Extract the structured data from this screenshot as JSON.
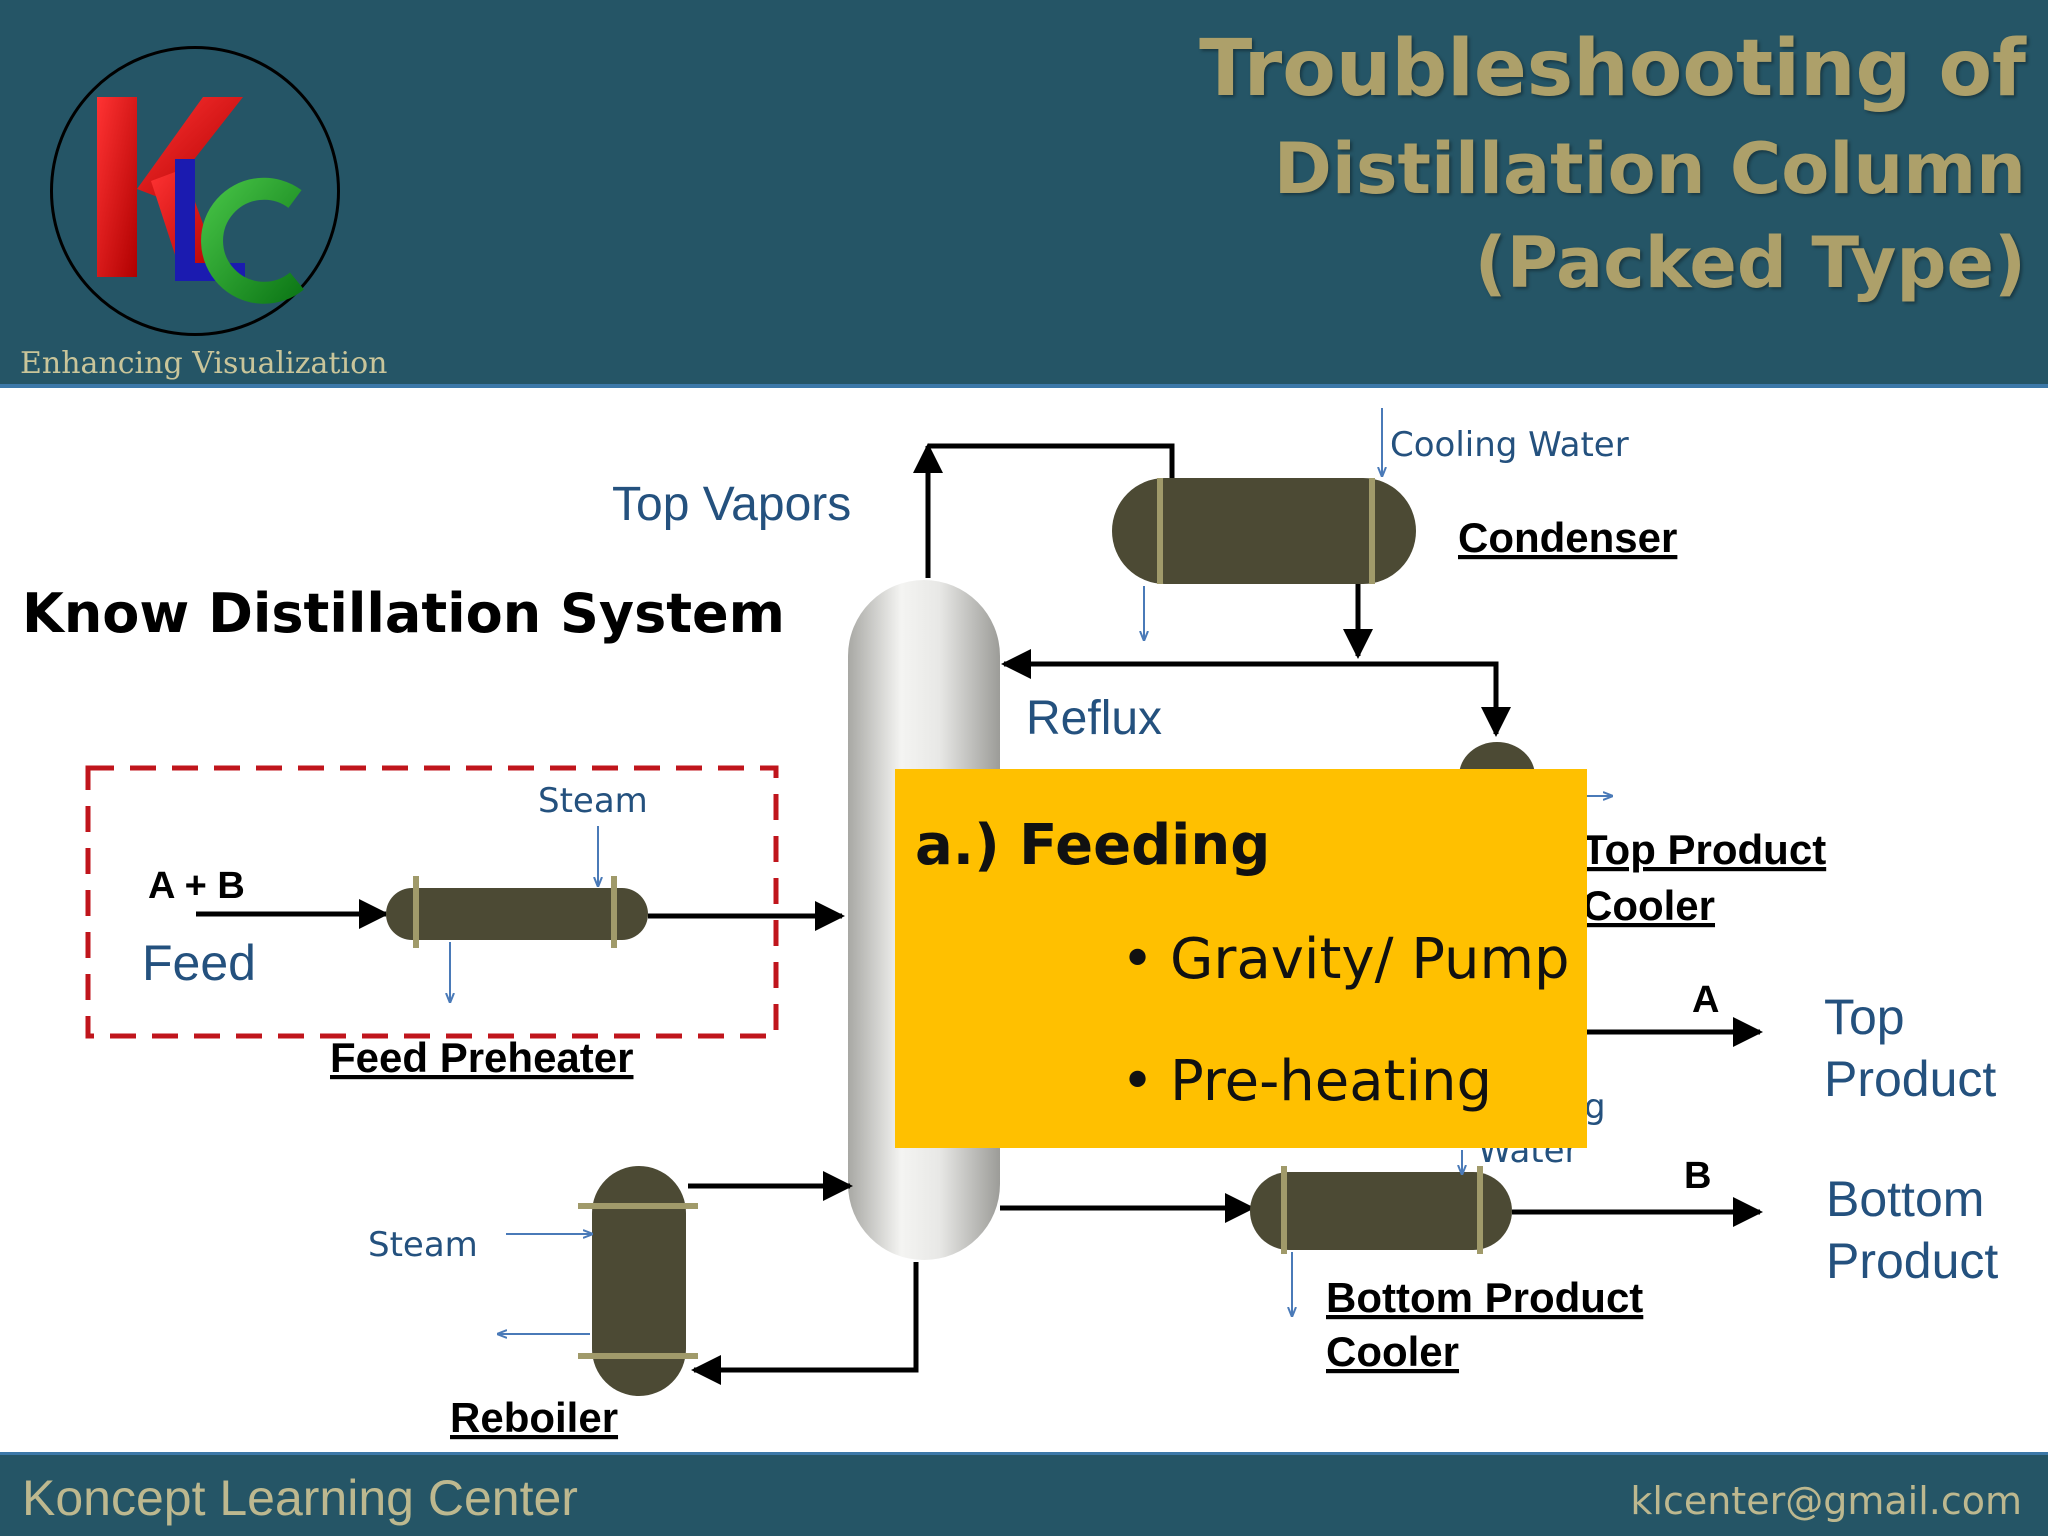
{
  "header": {
    "logo": {
      "letters": "KLC"
    },
    "tagline": "Enhancing Visualization",
    "title_line1": "Troubleshooting of",
    "title_line2": "Distillation Column",
    "title_line3": "(Packed Type)"
  },
  "diagram": {
    "section_title": "Know Distillation System",
    "labels": {
      "top_vapors": "Top Vapors",
      "cooling_water_top": "Cooling Water",
      "condenser": "Condenser",
      "reflux": "Reflux",
      "top_product_cooler_1": "Top Product",
      "top_product_cooler_2": "Cooler",
      "stream_a": "A",
      "top_product_1": "Top",
      "top_product_2": "Product",
      "cooling_water_partial_g": "g",
      "cooling_water_partial_water": "Water",
      "stream_b": "B",
      "bottom_product_1": "Bottom",
      "bottom_product_2": "Product",
      "bottom_product_cooler_1": "Bottom Product",
      "bottom_product_cooler_2": "Cooler",
      "feed_ab": "A + B",
      "feed": "Feed",
      "steam_feed": "Steam",
      "feed_preheater": "Feed Preheater",
      "steam_reboiler": "Steam",
      "reboiler": "Reboiler"
    }
  },
  "overlay": {
    "heading": "a.) Feeding",
    "bullets": [
      "Gravity/ Pump",
      "Pre-heating"
    ]
  },
  "footer": {
    "left": "Koncept Learning Center",
    "right": "klcenter@gmail.com"
  },
  "colors": {
    "header_bg": "#255566",
    "title_text": "#ada06a",
    "equipment": "#4c4a34",
    "equipment_band": "#a09a6a",
    "label_blue": "#24517e",
    "dashed_box": "#c0151c",
    "overlay_bg": "#ffc000",
    "thin_arrow": "#4a7ab8"
  }
}
